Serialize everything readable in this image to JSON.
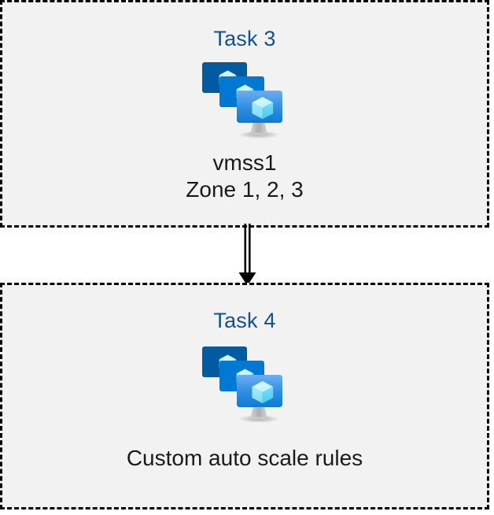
{
  "diagram": {
    "type": "flow",
    "background_color": "#ffffff",
    "box_fill_color": "#f2f2f2",
    "box_border_color": "#000000",
    "title_color": "#14518c",
    "caption_color": "#1a1a1a",
    "nodes": [
      {
        "id": "task-3",
        "title": "Task 3",
        "icon": "azure-vm-scale-set-icon",
        "captions": [
          "vmss1",
          "Zone 1, 2, 3"
        ]
      },
      {
        "id": "task-4",
        "title": "Task 4",
        "icon": "azure-vm-scale-set-icon",
        "captions": [
          "Custom auto scale rules"
        ]
      }
    ],
    "connector": {
      "name": "double-line-arrow",
      "from": "task-3",
      "to": "task-4",
      "direction": "down",
      "color": "#000000"
    }
  },
  "icon_colors": {
    "monitor_back": "#005BA1",
    "monitor_middle": "#0078D4",
    "monitor_front_top": "#5EA0EF",
    "monitor_front_bottom": "#0F7BD4",
    "cube_light": "#C3F1FF",
    "cube_mid": "#9CEBFF",
    "cube_dark": "#50E6FF",
    "stand": "#B3B3B3"
  }
}
